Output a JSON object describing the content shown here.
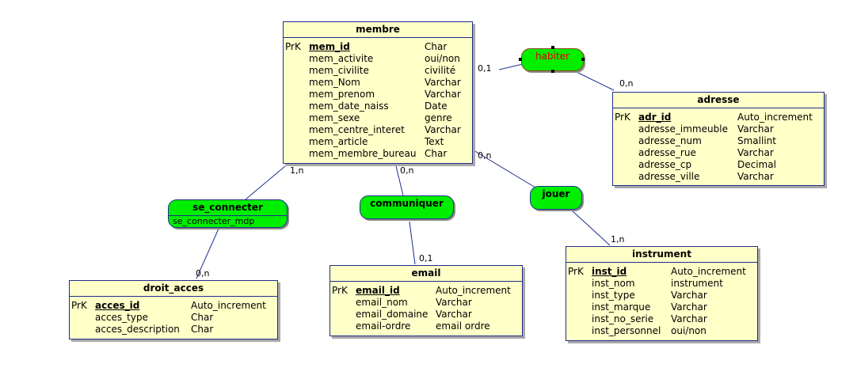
{
  "entities": {
    "membre": {
      "title": "membre",
      "rows": [
        {
          "pk": "PrK",
          "name": "mem_id",
          "type": "Char"
        },
        {
          "pk": "",
          "name": "mem_activite",
          "type": "oui/non"
        },
        {
          "pk": "",
          "name": "mem_civilite",
          "type": "civilité"
        },
        {
          "pk": "",
          "name": "mem_Nom",
          "type": "Varchar"
        },
        {
          "pk": "",
          "name": "mem_prenom",
          "type": "Varchar"
        },
        {
          "pk": "",
          "name": "mem_date_naiss",
          "type": "Date"
        },
        {
          "pk": "",
          "name": "mem_sexe",
          "type": "genre"
        },
        {
          "pk": "",
          "name": "mem_centre_interet",
          "type": "Varchar"
        },
        {
          "pk": "",
          "name": "mem_article",
          "type": "Text"
        },
        {
          "pk": "",
          "name": "mem_membre_bureau",
          "type": "Char"
        }
      ]
    },
    "adresse": {
      "title": "adresse",
      "rows": [
        {
          "pk": "PrK",
          "name": "adr_id",
          "type": "Auto_increment"
        },
        {
          "pk": "",
          "name": "adresse_immeuble",
          "type": "Varchar"
        },
        {
          "pk": "",
          "name": "adresse_num",
          "type": "Smallint"
        },
        {
          "pk": "",
          "name": "adresse_rue",
          "type": "Varchar"
        },
        {
          "pk": "",
          "name": "adresse_cp",
          "type": "Decimal"
        },
        {
          "pk": "",
          "name": "adresse_ville",
          "type": "Varchar"
        }
      ]
    },
    "droit_acces": {
      "title": "droit_acces",
      "rows": [
        {
          "pk": "PrK",
          "name": "acces_id",
          "type": "Auto_increment"
        },
        {
          "pk": "",
          "name": "acces_type",
          "type": "Char"
        },
        {
          "pk": "",
          "name": "acces_description",
          "type": "Char"
        }
      ]
    },
    "email": {
      "title": "email",
      "rows": [
        {
          "pk": "PrK",
          "name": "email_id",
          "type": "Auto_increment"
        },
        {
          "pk": "",
          "name": "email_nom",
          "type": "Varchar"
        },
        {
          "pk": "",
          "name": "email_domaine",
          "type": "Varchar"
        },
        {
          "pk": "",
          "name": "email-ordre",
          "type": "email ordre"
        }
      ]
    },
    "instrument": {
      "title": "instrument",
      "rows": [
        {
          "pk": "PrK",
          "name": "inst_id",
          "type": "Auto_increment"
        },
        {
          "pk": "",
          "name": "inst_nom",
          "type": "instrument"
        },
        {
          "pk": "",
          "name": "inst_type",
          "type": "Varchar"
        },
        {
          "pk": "",
          "name": "inst_marque",
          "type": "Varchar"
        },
        {
          "pk": "",
          "name": "inst_no_serie",
          "type": "Varchar"
        },
        {
          "pk": "",
          "name": "inst_personnel",
          "type": "oui/non"
        }
      ]
    }
  },
  "associations": {
    "habiter": {
      "name": "habiter"
    },
    "se_connecter": {
      "name": "se_connecter",
      "property": "se_connecter_mdp"
    },
    "communiquer": {
      "name": "communiquer"
    },
    "jouer": {
      "name": "jouer"
    }
  },
  "cardinalities": {
    "membre_habiter": "0,1",
    "adresse_habiter": "0,n",
    "membre_se_connecter": "1,n",
    "membre_communiquer": "0,n",
    "membre_jouer": "0,n",
    "droit_acces_se_connecter": "0,n",
    "email_communiquer": "0,1",
    "instrument_jouer": "1,n"
  },
  "colors": {
    "entity_fill": "#ffffc8",
    "association_fill": "#00ee00",
    "border": "#1e2f8c",
    "selected_label": "#e00000"
  }
}
